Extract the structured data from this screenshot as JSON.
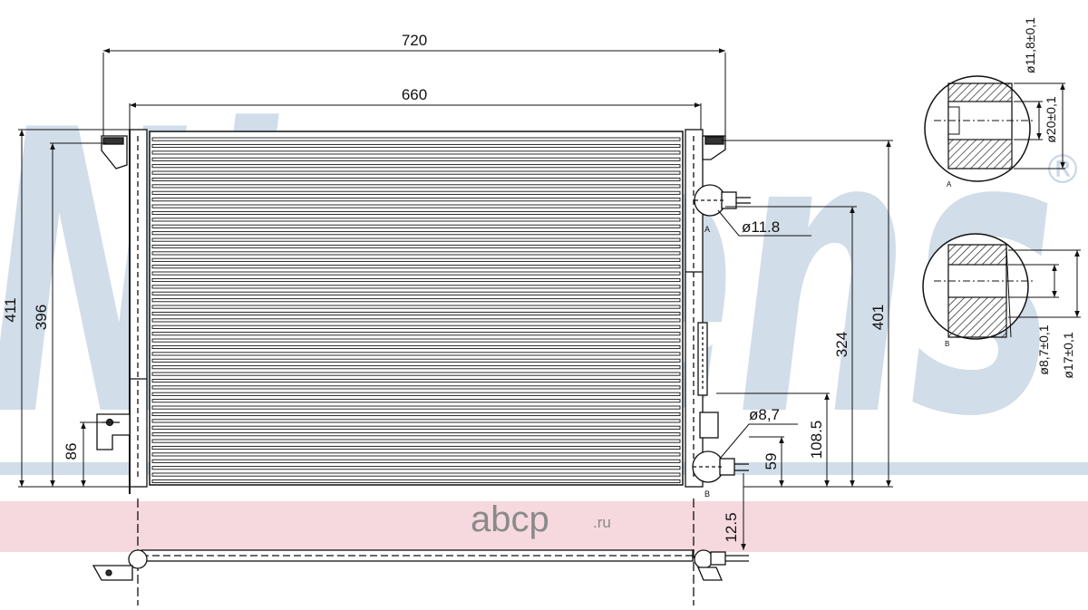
{
  "watermark": {
    "brand": "Nissens",
    "registered_mark": "®",
    "color": "#c9d8e6",
    "banner_color": "#f6d9df"
  },
  "site": {
    "name": "abcp",
    "tld": ".ru",
    "color": "#8a8a8a"
  },
  "dimensions": {
    "overall_width": "720",
    "core_width": "660",
    "overall_height": "411",
    "core_height": "396",
    "bracket_height": "86",
    "inlet_diameter": "ø11.8",
    "outlet_diameter": "ø8,7",
    "height_324": "324",
    "height_401": "401",
    "height_108_5": "108.5",
    "height_59": "59",
    "depth_12_5": "12.5"
  },
  "detail_a": {
    "label": "A",
    "inner_diameter": "ø11,8±0,1",
    "outer_diameter": "ø20±0,1"
  },
  "detail_b": {
    "label": "B",
    "inner_diameter": "ø8,7±0,1",
    "outer_diameter": "ø17±0,1"
  },
  "callouts": {
    "port_a": "A",
    "port_b": "B"
  },
  "colors": {
    "line": "#111111"
  }
}
